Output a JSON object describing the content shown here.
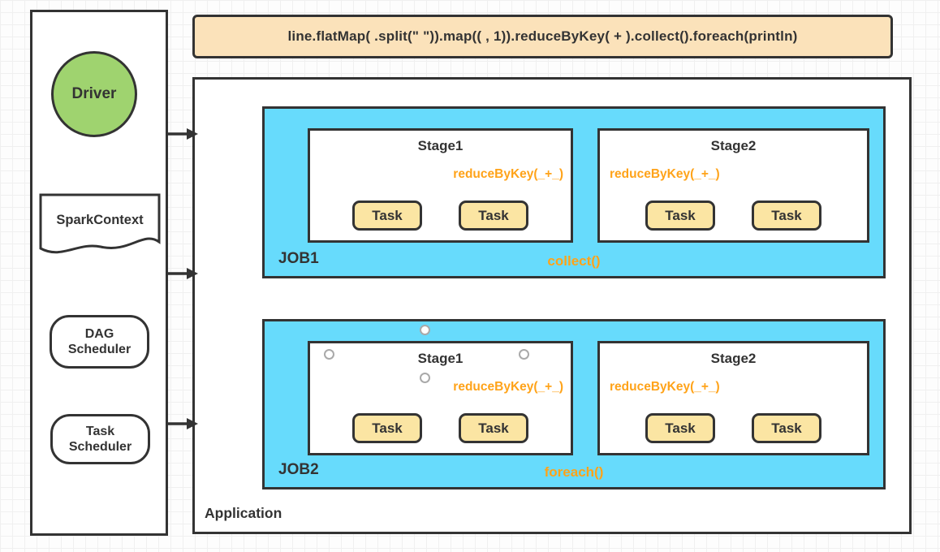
{
  "canvas": {
    "background": "#fdfdfd",
    "grid_color": "#f0f0f0"
  },
  "colors": {
    "stroke": "#333333",
    "job_blue": "#67dbfc",
    "driver_green": "#9fd36f",
    "task_yellow": "#fbe5a3",
    "banner_peach": "#fbe2ba",
    "accent_orange": "#ffa319"
  },
  "code_banner": {
    "text": "line.flatMap( .split(\" \")).map(( , 1)).reduceByKey( + ).collect().foreach(println)"
  },
  "driver_panel": {
    "driver_label": "Driver",
    "spark_context_label": "SparkContext",
    "dag_scheduler_line1": "DAG",
    "dag_scheduler_line2": "Scheduler",
    "task_scheduler_line1": "Task",
    "task_scheduler_line2": "Scheduler"
  },
  "application": {
    "label": "Application",
    "jobs": [
      {
        "label": "JOB1",
        "action_label": "collect()",
        "stages": [
          {
            "title": "Stage1",
            "annotation": "reduceByKey(_+_)",
            "tasks": [
              "Task",
              "Task"
            ]
          },
          {
            "title": "Stage2",
            "annotation": "reduceByKey(_+_)",
            "tasks": [
              "Task",
              "Task"
            ]
          }
        ]
      },
      {
        "label": "JOB2",
        "action_label": "foreach()",
        "stages": [
          {
            "title": "Stage1",
            "annotation": "reduceByKey(_+_)",
            "tasks": [
              "Task",
              "Task"
            ]
          },
          {
            "title": "Stage2",
            "annotation": "reduceByKey(_+_)",
            "tasks": [
              "Task",
              "Task"
            ]
          }
        ]
      }
    ]
  }
}
